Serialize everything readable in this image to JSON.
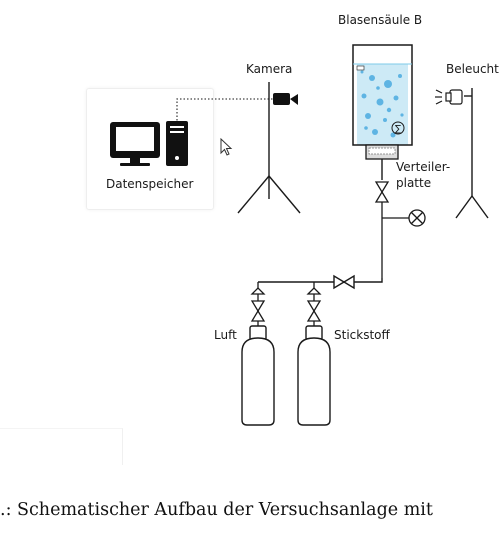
{
  "labels": {
    "column": "Blasensäule B",
    "camera": "Kamera",
    "lighting": "Beleucht",
    "storage": "Datenspeicher",
    "distributor_line1": "Verteiler-",
    "distributor_line2": "platte",
    "air": "Luft",
    "nitrogen": "Stickstoff"
  },
  "caption": ".: Schematischer Aufbau der Versuchsanlage mit",
  "colors": {
    "line": "#1a1a1a",
    "water": "#7ecbe8",
    "bubbles": "#3aa3dd",
    "panel_border": "#eeeeee"
  }
}
